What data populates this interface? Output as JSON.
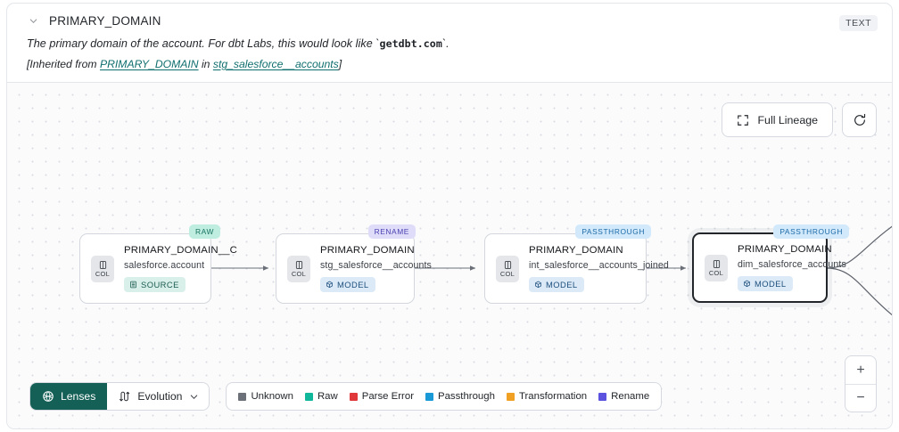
{
  "header": {
    "collapse_icon": "chevron-down-icon",
    "title": "PRIMARY_DOMAIN",
    "type_badge": "TEXT",
    "description_pre": "The primary domain of the account. For dbt Labs, this would look like `",
    "description_code": "getdbt.com",
    "description_post": "`.",
    "inherited_pre": "[Inherited from ",
    "inherited_link": "PRIMARY_DOMAIN",
    "inherited_mid": " in ",
    "inherited_source": "stg_salesforce__accounts",
    "inherited_post": "]"
  },
  "controls": {
    "full_lineage_label": "Full Lineage",
    "full_lineage_icon": "expand-corners-icon",
    "refresh_icon": "refresh-icon",
    "zoom_in": "+",
    "zoom_out": "−"
  },
  "lineage": {
    "nodes": [
      {
        "badge": "RAW",
        "badge_kind": "raw",
        "chip_label": "COL",
        "name": "PRIMARY_DOMAIN__C",
        "source": "salesforce.account",
        "kind_label": "SOURCE",
        "kind_class": "source",
        "kind_icon": "database-icon",
        "selected": false
      },
      {
        "badge": "RENAME",
        "badge_kind": "rename",
        "chip_label": "COL",
        "name": "PRIMARY_DOMAIN",
        "source": "stg_salesforce__accounts",
        "kind_label": "MODEL",
        "kind_class": "model",
        "kind_icon": "cube-icon",
        "selected": false
      },
      {
        "badge": "PASSTHROUGH",
        "badge_kind": "passthrough",
        "chip_label": "COL",
        "name": "PRIMARY_DOMAIN",
        "source": "int_salesforce__accounts_joined",
        "kind_label": "MODEL",
        "kind_class": "model",
        "kind_icon": "cube-icon",
        "selected": false
      },
      {
        "badge": "PASSTHROUGH",
        "badge_kind": "passthrough",
        "chip_label": "COL",
        "name": "PRIMARY_DOMAIN",
        "source": "dim_salesforce_accounts",
        "kind_label": "MODEL",
        "kind_class": "model",
        "kind_icon": "cube-icon",
        "selected": true
      }
    ]
  },
  "toolbar": {
    "lenses_label": "Lenses",
    "lenses_icon": "lens-icon",
    "evolution_label": "Evolution",
    "evolution_icon": "sort-arrows-icon",
    "evolution_chevron": "chevron-down-icon"
  },
  "legend": {
    "items": [
      {
        "label": "Unknown",
        "color": "#6b7079"
      },
      {
        "label": "Raw",
        "color": "#11b79a"
      },
      {
        "label": "Parse Error",
        "color": "#e0383a"
      },
      {
        "label": "Passthrough",
        "color": "#199ad6"
      },
      {
        "label": "Transformation",
        "color": "#f0a022"
      },
      {
        "label": "Rename",
        "color": "#5b52e0"
      }
    ]
  }
}
